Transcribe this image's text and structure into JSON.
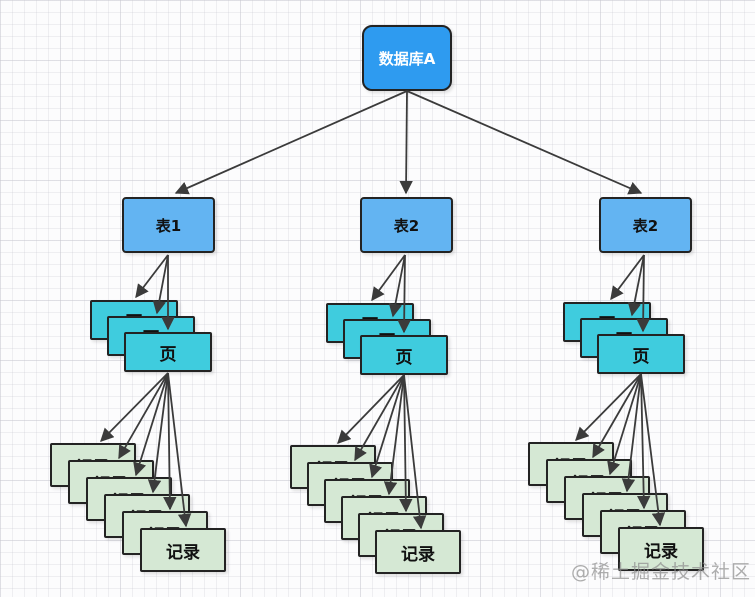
{
  "diagram": {
    "root": {
      "label": "数据库A"
    },
    "tables": [
      {
        "label": "表1"
      },
      {
        "label": "表2"
      },
      {
        "label": "表2"
      }
    ],
    "page_label": "页",
    "record_label": "记录",
    "structure": {
      "tables_count": 3,
      "pages_per_table": 3,
      "records_per_page": 6
    }
  },
  "watermark": {
    "text": "@稀土掘金技术社区"
  },
  "colors": {
    "canvas-bg": "#fcfcfd",
    "root-fill": "#2e9bf0",
    "root-text": "#ffffff",
    "table-fill": "#63b4f2",
    "page-fill": "#3fccde",
    "record-fill": "#d5e8d4",
    "node-border": "#232323",
    "node-text": "#111111",
    "arrow": "#3b3b3b",
    "watermark-text": "#8f8f8f"
  }
}
